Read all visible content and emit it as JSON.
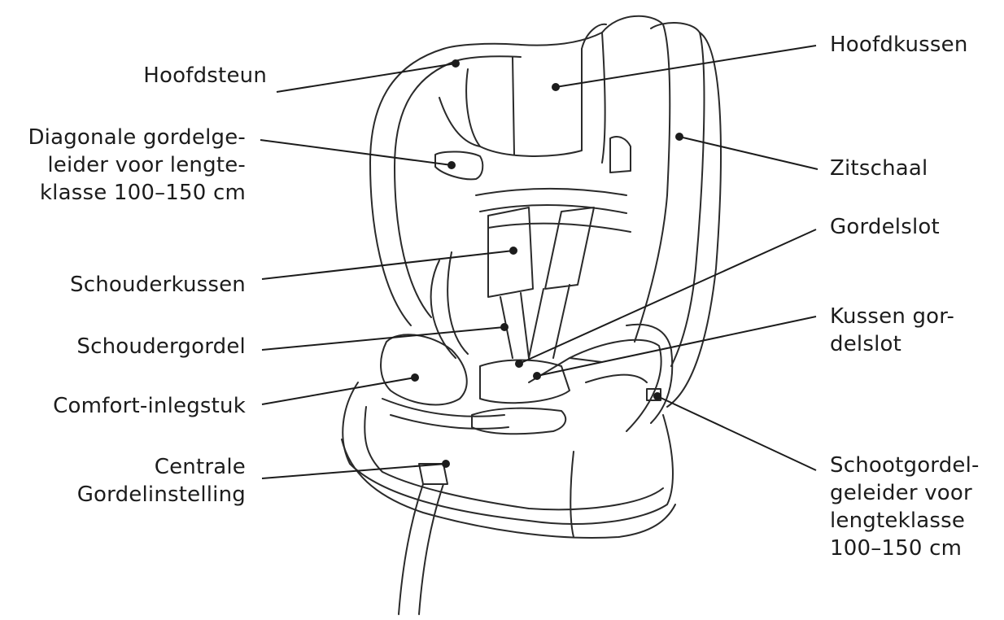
{
  "diagram": {
    "labels": {
      "hoofdsteun": "Hoofdsteun",
      "diagonale_gordelgeleider": "Diagonale gordelge-\nleider voor lengte-\nklasse 100–150 cm",
      "schouderkussen": "Schouderkussen",
      "schoudergordel": "Schoudergordel",
      "comfort_inlegstuk": "Comfort-inlegstuk",
      "centrale_gordelinstelling": "Centrale\nGordelinstelling",
      "hoofdkussen": "Hoofdkussen",
      "zitschaal": "Zitschaal",
      "gordelslot": "Gordelslot",
      "kussen_gordelslot": "Kussen gor-\ndelslot",
      "schootgordelgeleider": "Schootgordel-\ngeleider voor\nlengteklasse\n100–150 cm"
    },
    "line_color": "#1c1c1c"
  }
}
